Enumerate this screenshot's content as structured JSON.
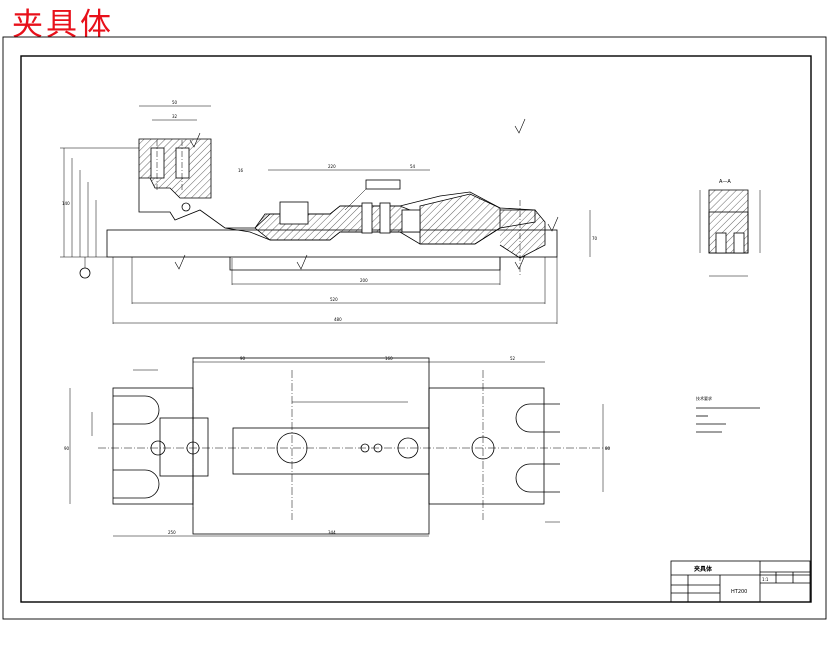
{
  "title": "夹具体",
  "title_color": "#e8101a",
  "title_block": {
    "name": "夹具体",
    "material": "HT200",
    "scale": "1:1"
  },
  "section_label": "A—A",
  "notes_heading": "技术要求"
}
